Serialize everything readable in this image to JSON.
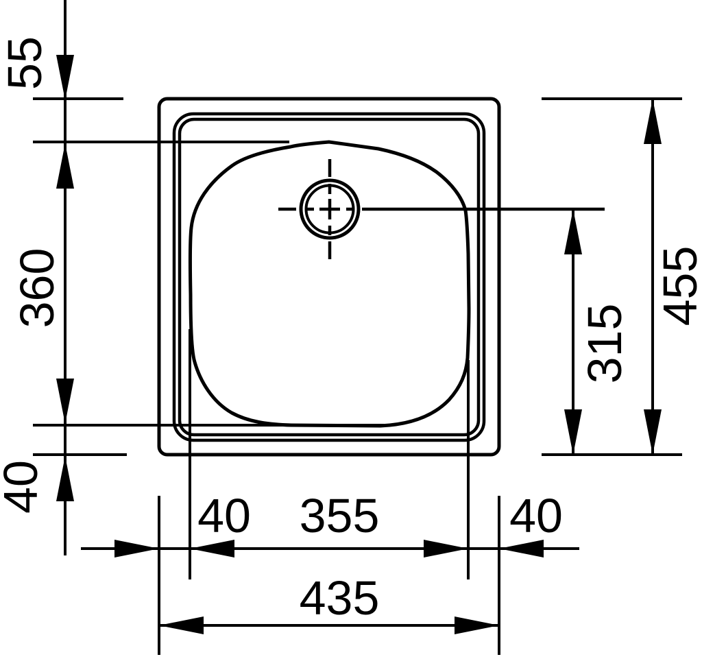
{
  "drawing": {
    "type": "technical-dimension-drawing",
    "subject": "sink-top-view",
    "units": "mm"
  },
  "colors": {
    "background": "#ffffff",
    "line": "#000000"
  },
  "dimensions": {
    "left": {
      "rim_to_basin_top": "55",
      "basin_height": "360",
      "basin_to_rim_bottom": "40"
    },
    "right": {
      "drain_center_to_bottom": "315",
      "overall_height": "455"
    },
    "bottom": {
      "left_rim_width": "40",
      "basin_width": "355",
      "right_rim_width": "40",
      "overall_width": "435"
    }
  }
}
